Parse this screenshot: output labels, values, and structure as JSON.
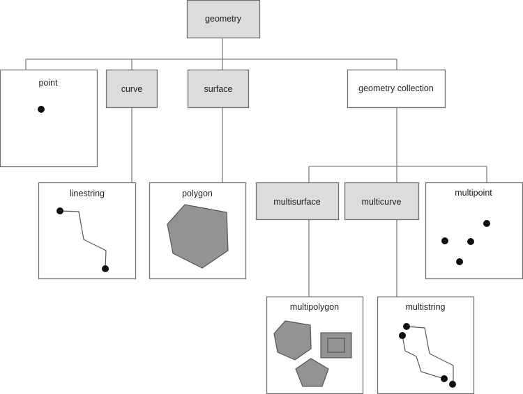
{
  "diagram": {
    "colors": {
      "abstract_fill": "#dcdcdc",
      "concrete_fill": "#ffffff",
      "border": "#707070",
      "connector": "#808080",
      "shape_fill": "#939393",
      "shape_stroke": "#555555",
      "dot": "#111111"
    },
    "nodes": {
      "geometry": {
        "label": "geometry",
        "kind": "abstract"
      },
      "point": {
        "label": "point",
        "kind": "concrete"
      },
      "curve": {
        "label": "curve",
        "kind": "abstract"
      },
      "surface": {
        "label": "surface",
        "kind": "abstract"
      },
      "geometry_collection": {
        "label": "geometry collection",
        "kind": "concrete"
      },
      "linestring": {
        "label": "linestring",
        "kind": "concrete"
      },
      "polygon": {
        "label": "polygon",
        "kind": "concrete"
      },
      "multisurface": {
        "label": "multisurface",
        "kind": "abstract"
      },
      "multicurve": {
        "label": "multicurve",
        "kind": "abstract"
      },
      "multipoint": {
        "label": "multipoint",
        "kind": "concrete"
      },
      "multipolygon": {
        "label": "multipolygon",
        "kind": "concrete"
      },
      "multistring": {
        "label": "multistring",
        "kind": "concrete"
      }
    },
    "edges": [
      [
        "geometry",
        "point"
      ],
      [
        "geometry",
        "curve"
      ],
      [
        "geometry",
        "surface"
      ],
      [
        "geometry",
        "geometry_collection"
      ],
      [
        "curve",
        "linestring"
      ],
      [
        "surface",
        "polygon"
      ],
      [
        "geometry_collection",
        "multisurface"
      ],
      [
        "geometry_collection",
        "multicurve"
      ],
      [
        "geometry_collection",
        "multipoint"
      ],
      [
        "multisurface",
        "multipolygon"
      ],
      [
        "multicurve",
        "multistring"
      ]
    ]
  }
}
